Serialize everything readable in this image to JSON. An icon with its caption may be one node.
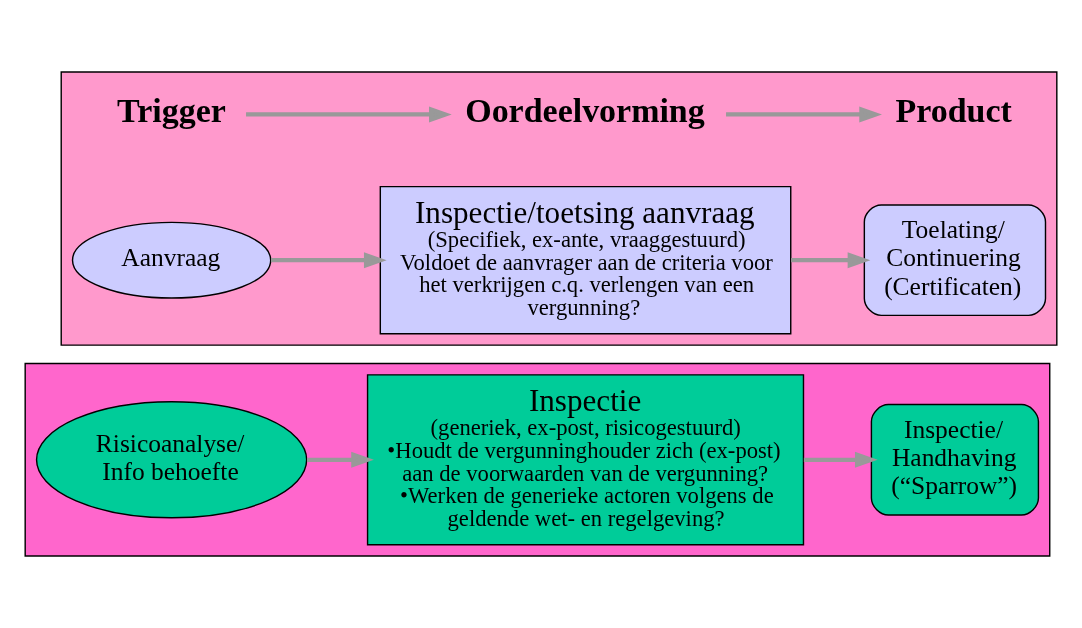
{
  "diagram": {
    "nodes": [
      {
        "text": [],
        "shape": "box"
      },
      {
        "text": [
          "Trigger"
        ],
        "in": 0
      },
      {
        "text": [
          "Oordeelvorming"
        ],
        "in": 0
      },
      {
        "text": [
          "Product"
        ],
        "in": 0
      },
      {
        "text": [
          "Aanvraag"
        ],
        "in": 0
      },
      {
        "text": [
          "Inspectie/toetsing aanvraag",
          "(Specifiek, ex-ante, vraaggestuurd)",
          "Voldoet de aanvrager aan de criteria voor het verkrijgen c.q. verlengen van een vergunning?"
        ],
        "in": 0
      },
      {
        "text": [
          "Toelating/ Continuering (Certificaten)"
        ],
        "in": 0
      },
      {
        "text": [],
        "shape": "box"
      },
      {
        "text": [
          "Risicoanalyse/ Info behoefte"
        ],
        "in": 7
      },
      {
        "text": [
          "Inspectie",
          "(generiek, ex-post, risicogestuurd)",
          "•Houdt de vergunninghouder zich (ex-post) aan de voorwaarden van de vergunning?",
          "•Werken de generieke actoren volgens de geldende wet- en regelgeving?"
        ],
        "in": 7
      },
      {
        "text": [
          "Inspectie/ Handhaving (“Sparrow”)"
        ],
        "in": 7
      }
    ],
    "edges": [
      {
        "from": 1,
        "to": 2,
        "arrow": "to"
      },
      {
        "from": 2,
        "to": 3,
        "arrow": "to"
      },
      {
        "from": 4,
        "to": 5,
        "arrow": "to"
      },
      {
        "from": 5,
        "to": 6,
        "arrow": "to"
      },
      {
        "from": 8,
        "to": 9,
        "arrow": "to"
      },
      {
        "from": 9,
        "to": 10,
        "arrow": "to"
      }
    ]
  }
}
